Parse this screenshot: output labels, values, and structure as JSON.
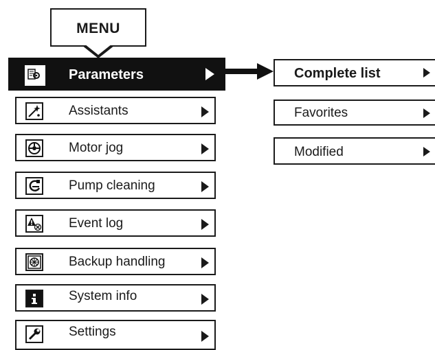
{
  "menu": {
    "title": "MENU"
  },
  "main_menu": [
    {
      "label": "Parameters",
      "icon": "parameters-icon"
    },
    {
      "label": "Assistants",
      "icon": "assistants-wand-icon"
    },
    {
      "label": "Motor jog",
      "icon": "motor-jog-icon"
    },
    {
      "label": "Pump cleaning",
      "icon": "pump-cleaning-icon"
    },
    {
      "label": "Event log",
      "icon": "event-log-warning-icon"
    },
    {
      "label": "Backup handling",
      "icon": "backup-handling-icon"
    },
    {
      "label": "System info",
      "icon": "info-icon"
    },
    {
      "label": "Settings",
      "icon": "wrench-icon"
    }
  ],
  "submenu": [
    {
      "label": "Complete list"
    },
    {
      "label": "Favorites"
    },
    {
      "label": "Modified"
    }
  ],
  "colors": {
    "active_bg": "#111111",
    "border": "#1a1a1a",
    "background": "#ffffff"
  }
}
